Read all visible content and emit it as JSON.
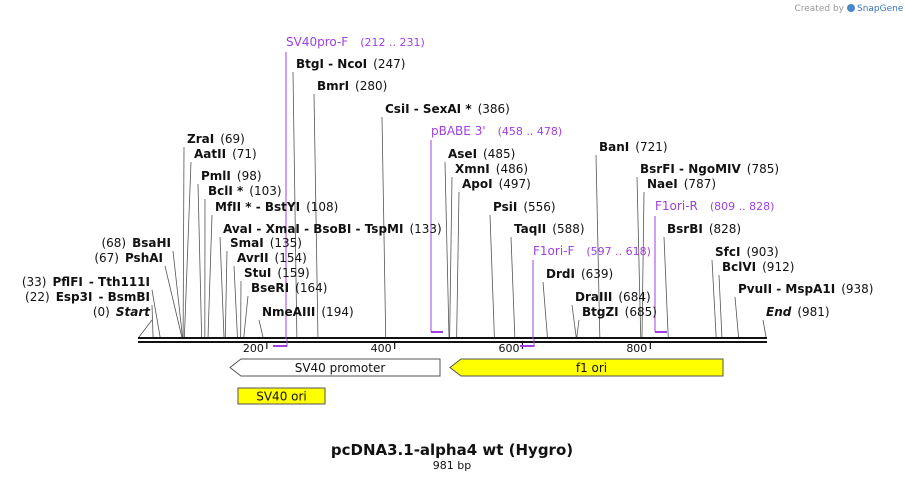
{
  "credit": {
    "created_by": "Created by",
    "brand": "SnapGene"
  },
  "title": "pcDNA3.1-alpha4  wt (Hygro)",
  "subtitle": "981 bp",
  "map": {
    "length": 981,
    "ticks": [
      {
        "pos": 200,
        "label": "200"
      },
      {
        "pos": 400,
        "label": "400"
      },
      {
        "pos": 600,
        "label": "600"
      },
      {
        "pos": 800,
        "label": "800"
      }
    ],
    "sites": [
      {
        "pos": 0,
        "labels": [
          {
            "text": "(0)",
            "kind": "pos"
          },
          {
            "text": "Start",
            "kind": "italic"
          }
        ]
      },
      {
        "pos": 22,
        "labels": [
          {
            "text": "(22)",
            "kind": "pos"
          },
          {
            "text": "Esp3I",
            "kind": "name"
          },
          {
            "text": "- BsmBI",
            "kind": "name"
          }
        ]
      },
      {
        "pos": 33,
        "labels": [
          {
            "text": "(33)",
            "kind": "pos"
          },
          {
            "text": "PflFI",
            "kind": "name"
          },
          {
            "text": "- Tth111I",
            "kind": "name"
          }
        ]
      },
      {
        "pos": 67,
        "labels": [
          {
            "text": "(67)",
            "kind": "pos"
          },
          {
            "text": "PshAI",
            "kind": "name"
          }
        ]
      },
      {
        "pos": 68,
        "labels": [
          {
            "text": "(68)",
            "kind": "pos"
          },
          {
            "text": "BsaHI",
            "kind": "name"
          }
        ]
      },
      {
        "pos": 69,
        "labels": [
          {
            "text": "ZraI",
            "kind": "name"
          },
          {
            "text": "(69)",
            "kind": "pos"
          }
        ]
      },
      {
        "pos": 71,
        "labels": [
          {
            "text": "AatII",
            "kind": "name"
          },
          {
            "text": "(71)",
            "kind": "pos"
          }
        ]
      },
      {
        "pos": 98,
        "labels": [
          {
            "text": "PmlI",
            "kind": "name"
          },
          {
            "text": "(98)",
            "kind": "pos"
          }
        ]
      },
      {
        "pos": 103,
        "labels": [
          {
            "text": "BclI *",
            "kind": "name"
          },
          {
            "text": "(103)",
            "kind": "pos"
          }
        ]
      },
      {
        "pos": 108,
        "labels": [
          {
            "text": "MfII * - BstYI",
            "kind": "name"
          },
          {
            "text": "(108)",
            "kind": "pos"
          }
        ]
      },
      {
        "pos": 133,
        "labels": [
          {
            "text": "AvaI  - XmaI  - BsoBI  - TspMI",
            "kind": "name"
          },
          {
            "text": "(133)",
            "kind": "pos"
          }
        ]
      },
      {
        "pos": 135,
        "labels": [
          {
            "text": "SmaI",
            "kind": "name"
          },
          {
            "text": "(135)",
            "kind": "pos"
          }
        ]
      },
      {
        "pos": 154,
        "labels": [
          {
            "text": "AvrII",
            "kind": "name"
          },
          {
            "text": "(154)",
            "kind": "pos"
          }
        ]
      },
      {
        "pos": 159,
        "labels": [
          {
            "text": "StuI",
            "kind": "name"
          },
          {
            "text": "(159)",
            "kind": "pos"
          }
        ]
      },
      {
        "pos": 164,
        "labels": [
          {
            "text": "BseRI",
            "kind": "name"
          },
          {
            "text": "(164)",
            "kind": "pos"
          }
        ]
      },
      {
        "pos": 194,
        "labels": [
          {
            "text": "NmeAIII",
            "kind": "name"
          },
          {
            "text": "(194)",
            "kind": "pos"
          }
        ]
      },
      {
        "pos": 247,
        "labels": [
          {
            "text": "BtgI  - NcoI",
            "kind": "name"
          },
          {
            "text": "(247)",
            "kind": "pos"
          }
        ]
      },
      {
        "pos": 280,
        "labels": [
          {
            "text": "BmrI",
            "kind": "name"
          },
          {
            "text": "(280)",
            "kind": "pos"
          }
        ]
      },
      {
        "pos": 386,
        "labels": [
          {
            "text": "CsiI  - SexAI *",
            "kind": "name"
          },
          {
            "text": "(386)",
            "kind": "pos"
          }
        ]
      },
      {
        "pos": 485,
        "labels": [
          {
            "text": "AseI",
            "kind": "name"
          },
          {
            "text": "(485)",
            "kind": "pos"
          }
        ]
      },
      {
        "pos": 486,
        "labels": [
          {
            "text": "XmnI",
            "kind": "name"
          },
          {
            "text": "(486)",
            "kind": "pos"
          }
        ]
      },
      {
        "pos": 497,
        "labels": [
          {
            "text": "ApoI",
            "kind": "name"
          },
          {
            "text": "(497)",
            "kind": "pos"
          }
        ]
      },
      {
        "pos": 556,
        "labels": [
          {
            "text": "PsiI",
            "kind": "name"
          },
          {
            "text": "(556)",
            "kind": "pos"
          }
        ]
      },
      {
        "pos": 588,
        "labels": [
          {
            "text": "TaqII",
            "kind": "name"
          },
          {
            "text": "(588)",
            "kind": "pos"
          }
        ]
      },
      {
        "pos": 639,
        "labels": [
          {
            "text": "DrdI",
            "kind": "name"
          },
          {
            "text": "(639)",
            "kind": "pos"
          }
        ]
      },
      {
        "pos": 684,
        "labels": [
          {
            "text": "DraIII",
            "kind": "name"
          },
          {
            "text": "(684)",
            "kind": "pos"
          }
        ]
      },
      {
        "pos": 685,
        "labels": [
          {
            "text": "BtgZI",
            "kind": "name"
          },
          {
            "text": "(685)",
            "kind": "pos"
          }
        ]
      },
      {
        "pos": 721,
        "labels": [
          {
            "text": "BanI",
            "kind": "name"
          },
          {
            "text": "(721)",
            "kind": "pos"
          }
        ]
      },
      {
        "pos": 785,
        "labels": [
          {
            "text": "BsrFI  - NgoMIV",
            "kind": "name"
          },
          {
            "text": "(785)",
            "kind": "pos"
          }
        ]
      },
      {
        "pos": 787,
        "labels": [
          {
            "text": "NaeI",
            "kind": "name"
          },
          {
            "text": "(787)",
            "kind": "pos"
          }
        ]
      },
      {
        "pos": 828,
        "labels": [
          {
            "text": "BsrBI",
            "kind": "name"
          },
          {
            "text": "(828)",
            "kind": "pos"
          }
        ]
      },
      {
        "pos": 903,
        "labels": [
          {
            "text": "SfcI",
            "kind": "name"
          },
          {
            "text": "(903)",
            "kind": "pos"
          }
        ]
      },
      {
        "pos": 912,
        "labels": [
          {
            "text": "BclVI",
            "kind": "name"
          },
          {
            "text": "(912)",
            "kind": "pos"
          }
        ]
      },
      {
        "pos": 938,
        "labels": [
          {
            "text": "PvuII  - MspA1I",
            "kind": "name"
          },
          {
            "text": "(938)",
            "kind": "pos"
          }
        ]
      },
      {
        "pos": 981,
        "labels": [
          {
            "text": "End",
            "kind": "italic"
          },
          {
            "text": "(981)",
            "kind": "pos"
          }
        ]
      }
    ],
    "primers": [
      {
        "name": "SV40pro-F",
        "range": "(212 .. 231)",
        "start": 212,
        "end": 231,
        "strand": "forward"
      },
      {
        "name": "pBABE 3'",
        "range": "(458 .. 478)",
        "start": 458,
        "end": 478,
        "strand": "reverse"
      },
      {
        "name": "F1ori-F",
        "range": "(597 .. 618)",
        "start": 597,
        "end": 618,
        "strand": "forward"
      },
      {
        "name": "F1ori-R",
        "range": "(809 .. 828)",
        "start": 809,
        "end": 828,
        "strand": "reverse"
      }
    ],
    "features": [
      {
        "name": "SV40 promoter",
        "start": 145,
        "end": 475,
        "direction": "left",
        "color": "#ffffff"
      },
      {
        "name": "f1 ori",
        "start": 490,
        "end": 915,
        "direction": "left",
        "color": "#ffff00"
      },
      {
        "name": "SV40 ori",
        "start": 157,
        "end": 293,
        "direction": "none",
        "color": "#ffff00"
      }
    ]
  }
}
